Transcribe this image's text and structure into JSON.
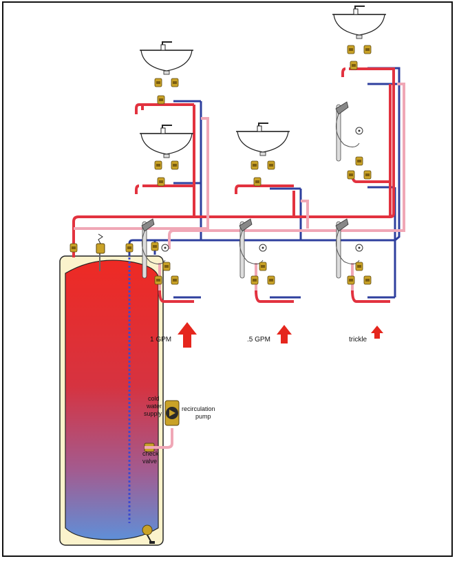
{
  "labels": {
    "flow_left": "1 GPM",
    "flow_middle": ".5 GPM",
    "flow_right": "trickle",
    "cold_water_line1": "cold",
    "cold_water_line2": "water",
    "cold_water_line3": "supply",
    "pump_line1": "recirculation",
    "pump_line2": "pump",
    "check_line1": "check",
    "check_line2": "valve"
  },
  "colors": {
    "hot_supply": "#e2323f",
    "hot_return": "#f0a7b6",
    "cold": "#2e3f9e",
    "arrow": "#e5261d",
    "tank_shell": "#fbf3cc",
    "tank_hot": "#ee2a24",
    "tank_cold": "#5f8fd8",
    "brass": "#c9a227"
  }
}
